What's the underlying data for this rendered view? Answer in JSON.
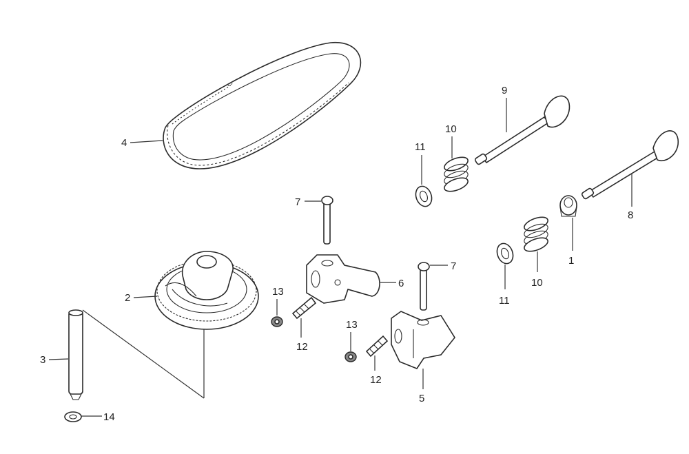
{
  "labels": {
    "p1": "1",
    "p2": "2",
    "p3": "3",
    "p4": "4",
    "p5": "5",
    "p6": "6",
    "p7a": "7",
    "p7b": "7",
    "p8": "8",
    "p9": "9",
    "p10a": "10",
    "p10b": "10",
    "p11a": "11",
    "p11b": "11",
    "p12a": "12",
    "p12b": "12",
    "p13a": "13",
    "p13b": "13",
    "p14": "14"
  },
  "colors": {
    "ink": "#2a2a2a",
    "background": "#ffffff"
  }
}
